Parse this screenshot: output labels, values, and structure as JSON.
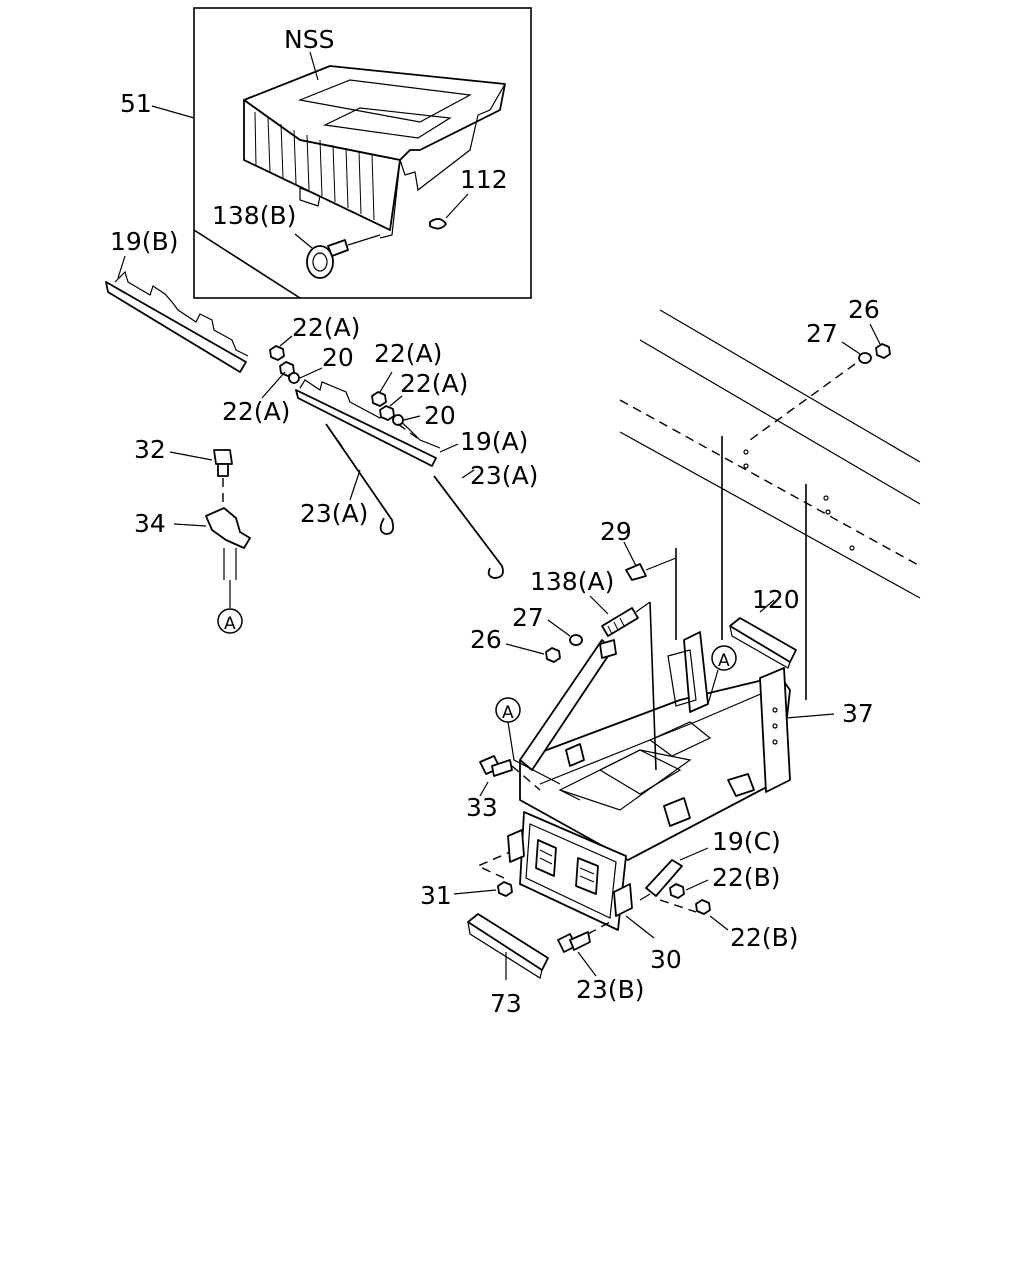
{
  "callouts": {
    "c51": "51",
    "nss": "NSS",
    "c112": "112",
    "c138b": "138(B)",
    "c19b": "19(B)",
    "c22a_1": "22(A)",
    "c20_1": "20",
    "c22a_2": "22(A)",
    "c22a_3": "22(A)",
    "c22a_4": "22(A)",
    "c20_2": "20",
    "c19a": "19(A)",
    "c23a_1": "23(A)",
    "c23a_2": "23(A)",
    "c32": "32",
    "c34": "34",
    "ref_a_1": "A",
    "c26_top": "26",
    "c27_top": "27",
    "c29": "29",
    "c138a": "138(A)",
    "c27": "27",
    "c26": "26",
    "c120": "120",
    "ref_a_2": "A",
    "ref_a_3": "A",
    "c37": "37",
    "c33": "33",
    "c19c": "19(C)",
    "c22b_1": "22(B)",
    "c31": "31",
    "c22b_2": "22(B)",
    "c30": "30",
    "c23b": "23(B)",
    "c73": "73"
  }
}
